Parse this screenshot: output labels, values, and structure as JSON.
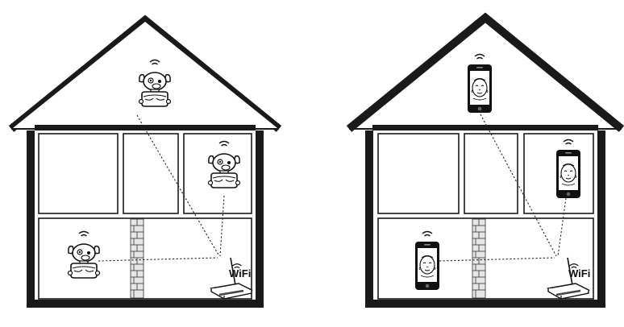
{
  "diagram": {
    "left_house": {
      "devices": [
        "robot-camera",
        "robot-camera",
        "robot-camera"
      ],
      "router_label": "WiFi"
    },
    "right_house": {
      "devices": [
        "smartphone",
        "smartphone",
        "smartphone"
      ],
      "router_label": "WiFi"
    }
  },
  "colors": {
    "line": "#1a1a1a",
    "brick": "#e6e6e6",
    "background": "#ffffff"
  },
  "icons": [
    "wifi-signal-icon",
    "robot-camera-icon",
    "smartphone-baby-icon",
    "router-icon",
    "brick-wall-icon"
  ]
}
